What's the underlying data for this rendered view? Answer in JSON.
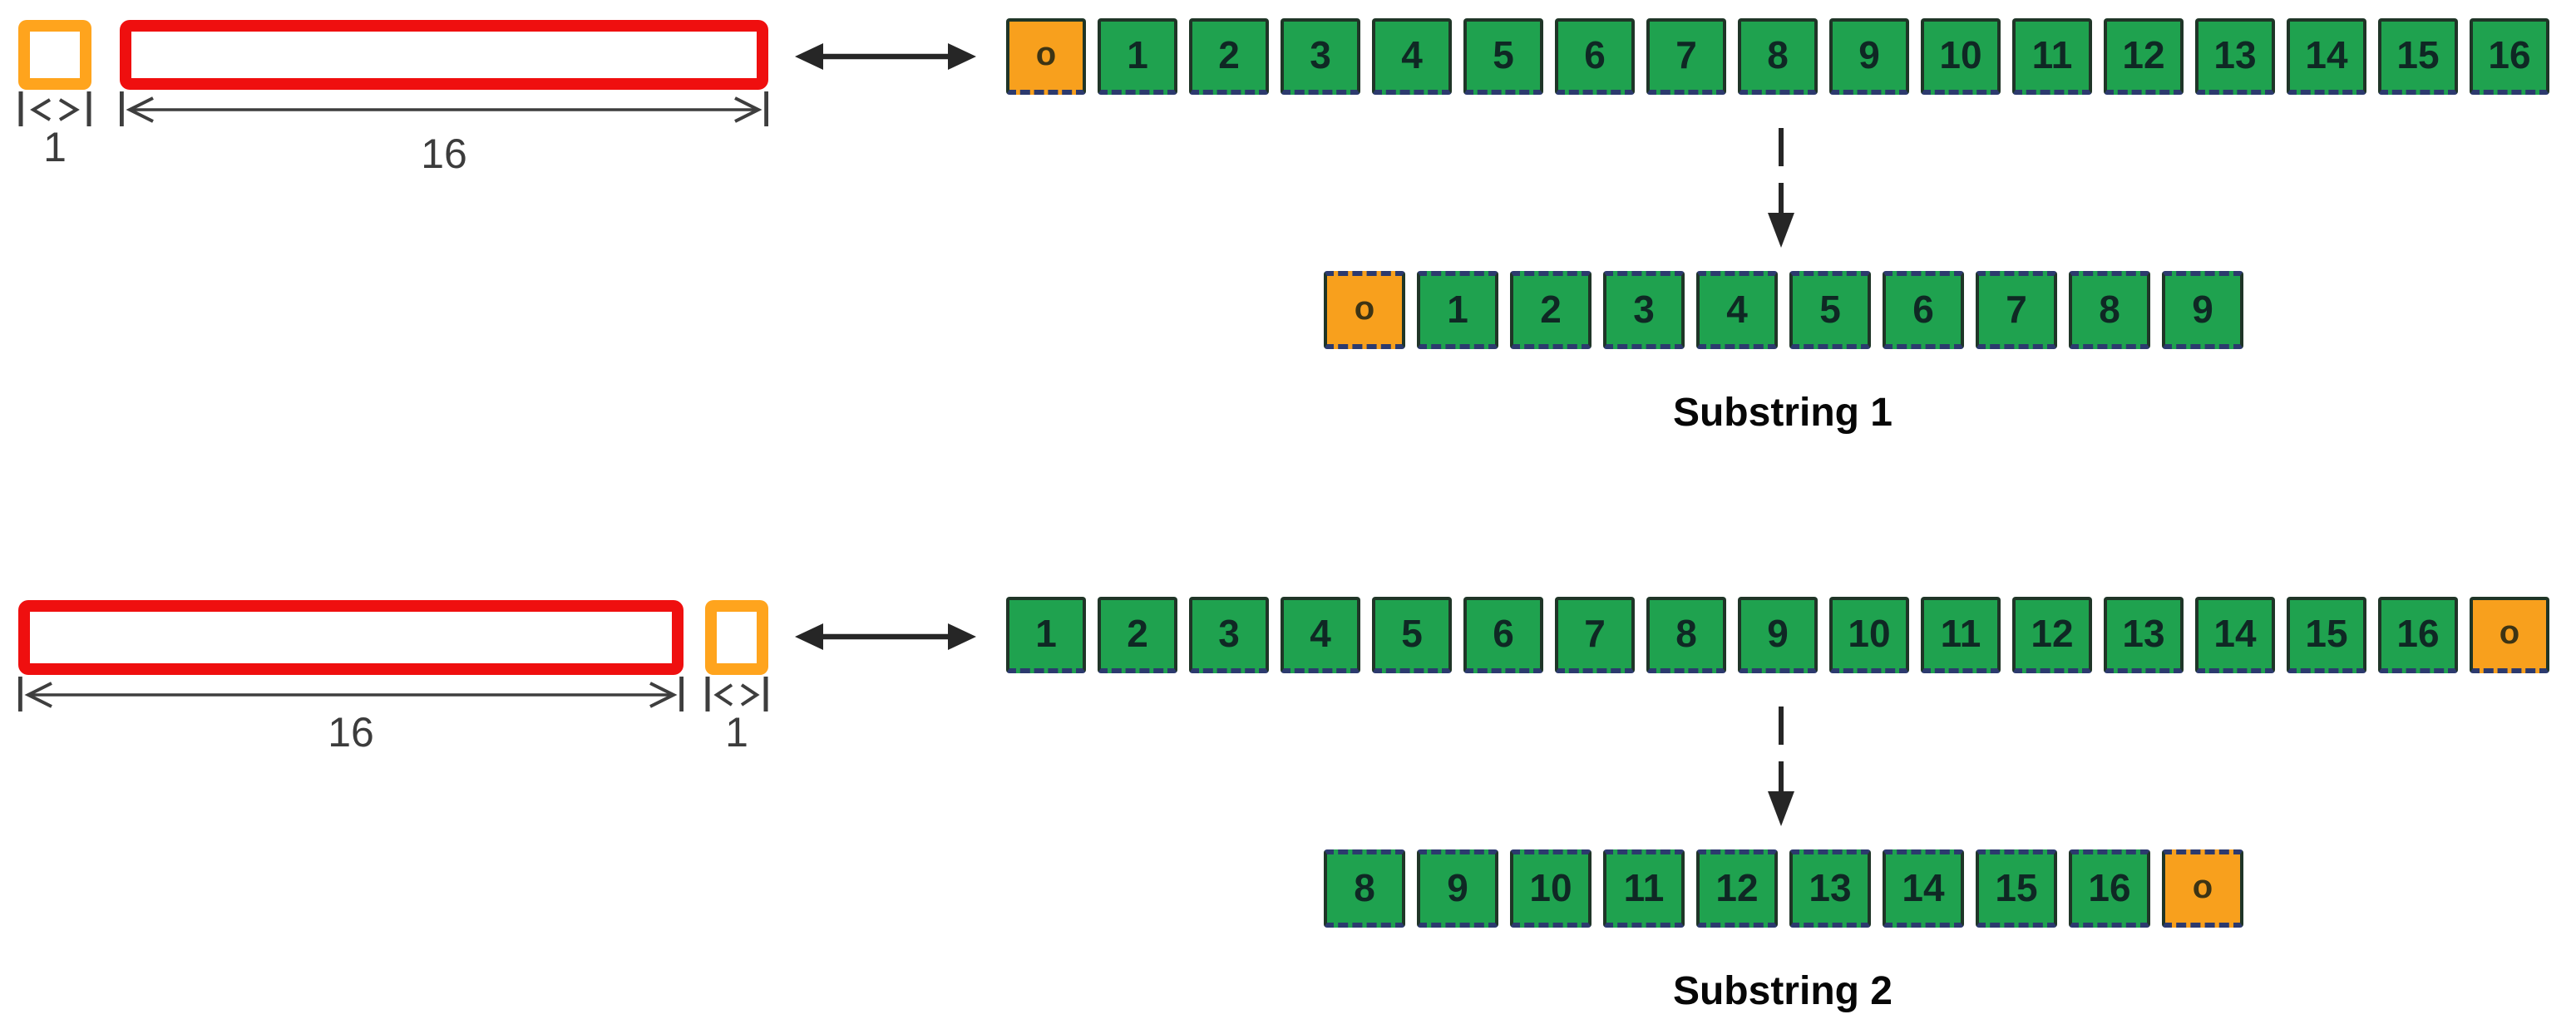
{
  "colors": {
    "green_cell": "#1fa24f",
    "orange_cell": "#f8a01d",
    "red_outline": "#ef0f0f",
    "orange_outline": "#ffa41d",
    "dash_border": "#2c3a6e"
  },
  "panels": [
    {
      "small_box_dim": "1",
      "large_box_dim": "16",
      "row_cells": [
        {
          "label": "o",
          "variant": "orange"
        },
        {
          "label": "1",
          "variant": "green"
        },
        {
          "label": "2",
          "variant": "green"
        },
        {
          "label": "3",
          "variant": "green"
        },
        {
          "label": "4",
          "variant": "green"
        },
        {
          "label": "5",
          "variant": "green"
        },
        {
          "label": "6",
          "variant": "green"
        },
        {
          "label": "7",
          "variant": "green"
        },
        {
          "label": "8",
          "variant": "green"
        },
        {
          "label": "9",
          "variant": "green"
        },
        {
          "label": "10",
          "variant": "green"
        },
        {
          "label": "11",
          "variant": "green"
        },
        {
          "label": "12",
          "variant": "green"
        },
        {
          "label": "13",
          "variant": "green"
        },
        {
          "label": "14",
          "variant": "green"
        },
        {
          "label": "15",
          "variant": "green"
        },
        {
          "label": "16",
          "variant": "green"
        }
      ],
      "substring_cells": [
        {
          "label": "o",
          "variant": "orange"
        },
        {
          "label": "1",
          "variant": "green"
        },
        {
          "label": "2",
          "variant": "green"
        },
        {
          "label": "3",
          "variant": "green"
        },
        {
          "label": "4",
          "variant": "green"
        },
        {
          "label": "5",
          "variant": "green"
        },
        {
          "label": "6",
          "variant": "green"
        },
        {
          "label": "7",
          "variant": "green"
        },
        {
          "label": "8",
          "variant": "green"
        },
        {
          "label": "9",
          "variant": "green"
        }
      ],
      "substring_label": "Substring 1"
    },
    {
      "large_box_dim": "16",
      "small_box_dim": "1",
      "row_cells": [
        {
          "label": "1",
          "variant": "green"
        },
        {
          "label": "2",
          "variant": "green"
        },
        {
          "label": "3",
          "variant": "green"
        },
        {
          "label": "4",
          "variant": "green"
        },
        {
          "label": "5",
          "variant": "green"
        },
        {
          "label": "6",
          "variant": "green"
        },
        {
          "label": "7",
          "variant": "green"
        },
        {
          "label": "8",
          "variant": "green"
        },
        {
          "label": "9",
          "variant": "green"
        },
        {
          "label": "10",
          "variant": "green"
        },
        {
          "label": "11",
          "variant": "green"
        },
        {
          "label": "12",
          "variant": "green"
        },
        {
          "label": "13",
          "variant": "green"
        },
        {
          "label": "14",
          "variant": "green"
        },
        {
          "label": "15",
          "variant": "green"
        },
        {
          "label": "16",
          "variant": "green"
        },
        {
          "label": "o",
          "variant": "orange"
        }
      ],
      "substring_cells": [
        {
          "label": "8",
          "variant": "green"
        },
        {
          "label": "9",
          "variant": "green"
        },
        {
          "label": "10",
          "variant": "green"
        },
        {
          "label": "11",
          "variant": "green"
        },
        {
          "label": "12",
          "variant": "green"
        },
        {
          "label": "13",
          "variant": "green"
        },
        {
          "label": "14",
          "variant": "green"
        },
        {
          "label": "15",
          "variant": "green"
        },
        {
          "label": "16",
          "variant": "green"
        },
        {
          "label": "o",
          "variant": "orange"
        }
      ],
      "substring_label": "Substring 2"
    }
  ]
}
